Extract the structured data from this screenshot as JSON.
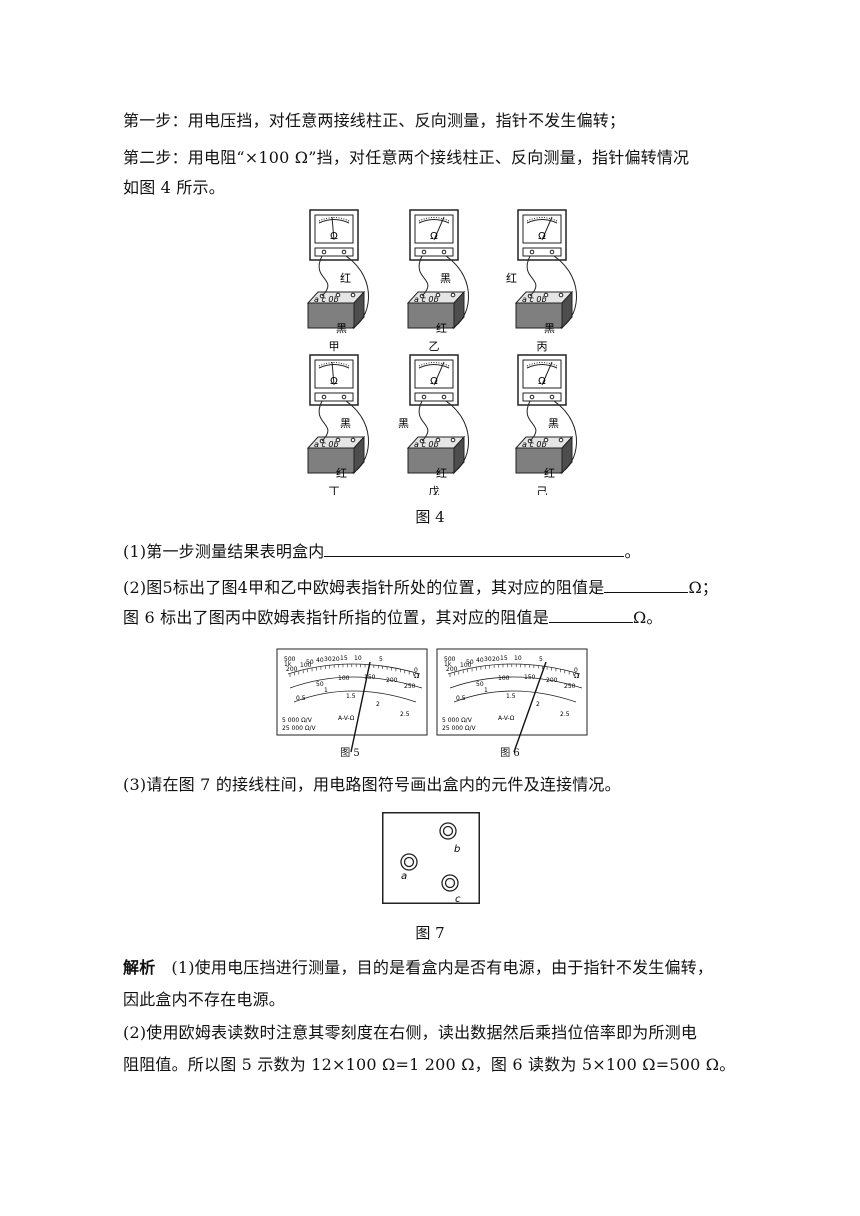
{
  "intro": {
    "step1": "第一步：用电压挡，对任意两接线柱正、反向测量，指针不发生偏转；",
    "step2_a": "第二步：用电阻“×100 Ω”挡，对任意两个接线柱正、反向测量，指针偏转情况",
    "step2_b": "如图 4 所示。"
  },
  "fig4": {
    "caption": "图 4",
    "panels": [
      {
        "name": "甲",
        "top_label": "红",
        "bottom_label": "黑"
      },
      {
        "name": "乙",
        "top_label": "黑",
        "bottom_label": "红"
      },
      {
        "name": "丙",
        "top_label": "红",
        "bottom_label": "黑"
      },
      {
        "name": "丁",
        "top_label": "黑",
        "bottom_label": "红"
      },
      {
        "name": "戊",
        "top_label": "黑",
        "bottom_label": "红"
      },
      {
        "name": "己",
        "top_label": "黑",
        "bottom_label": "红"
      }
    ],
    "meter_symbol": "Ω",
    "terminals": "a c 0b"
  },
  "q1": {
    "prefix": "(1)第一步测量结果表明盒内",
    "suffix": "。"
  },
  "q2": {
    "line1_prefix": "(2)图5标出了图4甲和乙中欧姆表指针所处的位置，其对应的阻值是",
    "line1_suffix": "Ω；",
    "line2_prefix": "图 6 标出了图丙中欧姆表指针所指的位置，其对应的阻值是",
    "line2_suffix": "Ω。"
  },
  "fig56": {
    "fig5_caption": "图 5",
    "fig6_caption": "图 6",
    "top_scale": [
      "500",
      "1k",
      "200",
      "100",
      "50",
      "40",
      "30",
      "20",
      "15",
      "10",
      "5",
      "0"
    ],
    "ohm_symbol": "Ω",
    "mid_scale": [
      "50",
      "100",
      "150",
      "200",
      "250"
    ],
    "low_scale": [
      "0.5",
      "1",
      "1.5",
      "2",
      "2.5"
    ],
    "spec1": "5 000 Ω/V",
    "spec2": "25 000 Ω/V",
    "mode": "A-V-Ω"
  },
  "q3": {
    "text": "(3)请在图 7 的接线柱间，用电路图符号画出盒内的元件及连接情况。"
  },
  "fig7": {
    "caption": "图 7",
    "terminal_a": "a",
    "terminal_b": "b",
    "terminal_c": "c"
  },
  "solution": {
    "label": "解析",
    "p1_a": "(1)使用电压挡进行测量，目的是看盒内是否有电源，由于指针不发生偏转，",
    "p1_b": "因此盒内不存在电源。",
    "p2_a": "(2)使用欧姆表读数时注意其零刻度在右侧，读出数据然后乘挡位倍率即为所测电",
    "p2_b": "阻阻值。所以图 5 示数为 12×100 Ω=1 200 Ω，图 6 读数为 5×100 Ω=500 Ω。"
  }
}
